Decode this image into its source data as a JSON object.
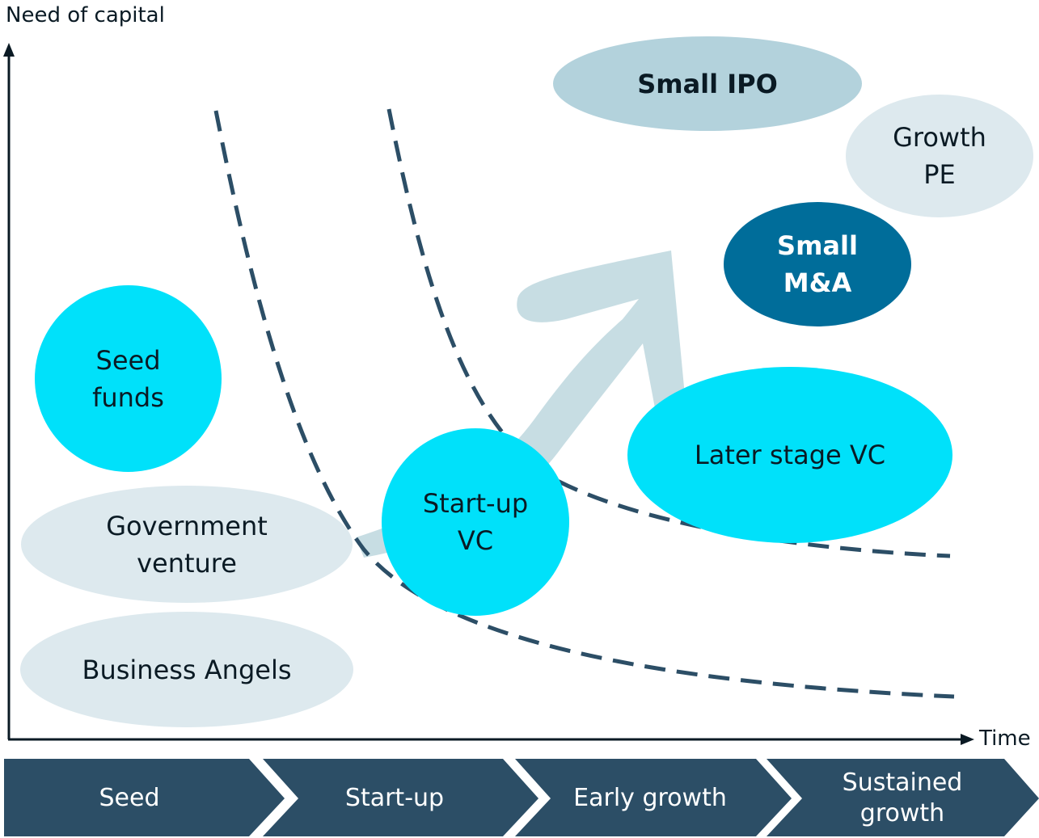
{
  "axes": {
    "y_label": "Need of capital",
    "x_label": "Time"
  },
  "bubbles": {
    "small_ipo": "Small IPO",
    "growth_pe_line1": "Growth",
    "growth_pe_line2": "PE",
    "small_ma_line1": "Small",
    "small_ma_line2": "M&A",
    "seed_funds_line1": "Seed",
    "seed_funds_line2": "funds",
    "later_stage_vc": "Later stage VC",
    "startup_vc_line1": "Start-up",
    "startup_vc_line2": "VC",
    "gov_venture_line1": "Government",
    "gov_venture_line2": "venture",
    "business_angels": "Business Angels"
  },
  "stages": {
    "seed": "Seed",
    "startup": "Start-up",
    "early_growth": "Early growth",
    "sustained_line1": "Sustained",
    "sustained_line2": "growth"
  },
  "colors": {
    "cyan": "#00e1fa",
    "light_blue": "#dde9ee",
    "mid_blue": "#b3d2dc",
    "dark_blue": "#006d9a",
    "navy": "#2c4e66",
    "arrow": "#c4dbe2"
  }
}
